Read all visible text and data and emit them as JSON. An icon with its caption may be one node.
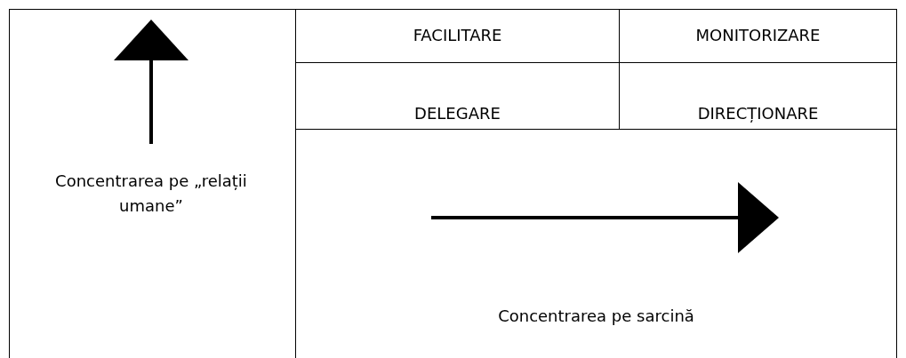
{
  "diagram": {
    "labels": [
      "FACILITARE",
      "MONITORIZARE",
      "DELEGARE",
      "DIRECȚIONARE",
      "Concentrarea pe „relații umane”",
      "Concentrarea pe sarcină"
    ]
  }
}
